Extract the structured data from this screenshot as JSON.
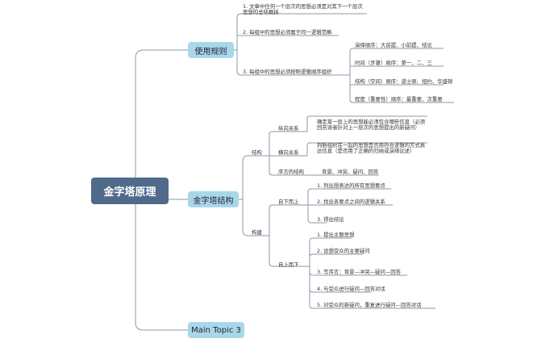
{
  "root": "金字塔原理",
  "topic1": {
    "label": "使用规则",
    "rule1": "1. 文章中任何一个层次的思想必须是对其下一个层次思想的总结概括",
    "rule2": "2. 每组中的思想必须属于同一逻辑范畴",
    "rule3": "3. 每组中的思想必须按照逻辑顺序组织",
    "orders": [
      "演绎顺序：大前提、小前提、结论",
      "时间（步骤）顺序：第一、二、三",
      "结构（空间）顺序：波士顿、纽约、华盛顿",
      "程度（重要性）顺序：最重要、次重要"
    ]
  },
  "topic2": {
    "label": "金字塔结构",
    "structure": "结构",
    "vertical": "纵向关系",
    "vertical_desc": "确定某一层上的思想能必须包含哪些信息（必须回答读者针对上一层次的思想提出的新疑问）",
    "horizontal": "横向关系",
    "horizontal_desc": "判断组织在一起的思想是否用符合逻辑的方式表达信息（是否用了正确的归纳或演绎论述）",
    "preface": "序言的结构",
    "preface_desc": "背景、冲突、疑问、回答",
    "build": "构建",
    "top_down": "自下而上",
    "top_down_steps": [
      "1. 列出想表达的所有思想要点",
      "2. 找出各要点之间的逻辑关系",
      "3. 得出结论"
    ],
    "bottom_up": "自上而下",
    "bottom_up_steps": [
      "1. 提出主题思想",
      "2. 设想受众的主要疑问",
      "3. 写序言：背景—冲突—疑问—回答",
      "4. 与受众进行疑问—回答对话",
      "5. 对受众的新疑问，重复进行疑问—回答对话"
    ]
  },
  "topic3": {
    "label": "Main Topic 3"
  },
  "colors": {
    "root_bg": "#4f6a8a",
    "topic_bg": "#a9d7ea",
    "line": "#8a9aab"
  }
}
